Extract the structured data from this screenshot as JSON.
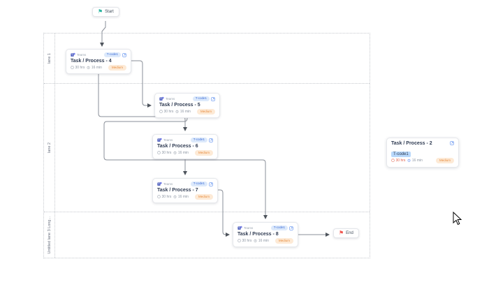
{
  "lanes": {
    "items": [
      {
        "label": "lane 1"
      },
      {
        "label": "lane 2"
      },
      {
        "label": "Untitled lane 3 Long..."
      }
    ]
  },
  "start": {
    "label": "Start"
  },
  "end": {
    "label": "End"
  },
  "node_common": {
    "app": "Teams",
    "tcode": "T-code1"
  },
  "tasks": [
    {
      "title": "Task / Process - 4",
      "hours": "30 hrs",
      "minutes": "16 min",
      "priority": "Medium"
    },
    {
      "title": "Task / Process - 5",
      "hours": "30 hrs",
      "minutes": "16 min",
      "priority": "Medium"
    },
    {
      "title": "Task / Process - 6",
      "hours": "30 hrs",
      "minutes": "16 min",
      "priority": "Medium"
    },
    {
      "title": "Task / Process - 7",
      "hours": "30 hrs",
      "minutes": "16 min",
      "priority": "Medium"
    },
    {
      "title": "Task / Process - 8",
      "hours": "30 hrs",
      "minutes": "16 min",
      "priority": "Medium"
    }
  ],
  "floating_card": {
    "title": "Task / Process - 2",
    "tcode": "T-code1",
    "hours": "30 hrs",
    "minutes": "16 min",
    "priority": "Medium"
  },
  "colors": {
    "start_flag": "#2ab5a0",
    "end_flag": "#f0564f",
    "tcode_chip_text": "#3f6fd8",
    "tcode_chip_bg": "#dce9fb",
    "priority_text": "#e78a3c",
    "priority_bg": "#fdead6",
    "edge": "#8a8f98",
    "selection_highlight": "#b8d8fb",
    "teams_blue": "#4e5fbf"
  }
}
